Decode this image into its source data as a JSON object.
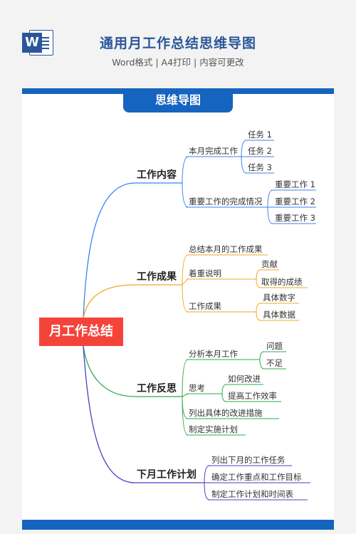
{
  "header": {
    "title": "通用月工作总结思维导图",
    "subtitle": "Word格式 | A4打印 | 内容可更改",
    "logo_letter": "W"
  },
  "card": {
    "tab_label": "思维导图"
  },
  "colors": {
    "brand": "#2b579a",
    "band": "#1565c0",
    "root": "#f4443a",
    "blue": "#3b82f6",
    "orange": "#f5a623",
    "green": "#2eab4f",
    "purple": "#4b3fc4"
  },
  "mindmap": {
    "root": "月工作总结",
    "branches": [
      {
        "label": "工作内容",
        "children": [
          {
            "label": "本月完成工作",
            "children": [
              "任务 1",
              "任务 2",
              "任务 3"
            ]
          },
          {
            "label": "重要工作的完成情况",
            "children": [
              "重要工作 1",
              "重要工作 2",
              "重要工作 3"
            ]
          }
        ]
      },
      {
        "label": "工作成果",
        "children": [
          {
            "label": "总结本月的工作成果",
            "children": []
          },
          {
            "label": "着重说明",
            "children": [
              "贡献",
              "取得的成绩"
            ]
          },
          {
            "label": "工作成果",
            "children": [
              "具体数字",
              "具体数据"
            ]
          }
        ]
      },
      {
        "label": "工作反思",
        "children": [
          {
            "label": "分析本月工作",
            "children": [
              "问题",
              "不足"
            ]
          },
          {
            "label": "思考",
            "children": [
              "如何改进",
              "提高工作效率"
            ]
          },
          {
            "label": "列出具体的改进措施",
            "children": []
          },
          {
            "label": "制定实施计划",
            "children": []
          }
        ]
      },
      {
        "label": "下月工作计划",
        "children": [
          {
            "label": "列出下月的工作任务",
            "children": []
          },
          {
            "label": "确定工作重点和工作目标",
            "children": []
          },
          {
            "label": "制定工作计划和时间表",
            "children": []
          }
        ]
      }
    ]
  }
}
